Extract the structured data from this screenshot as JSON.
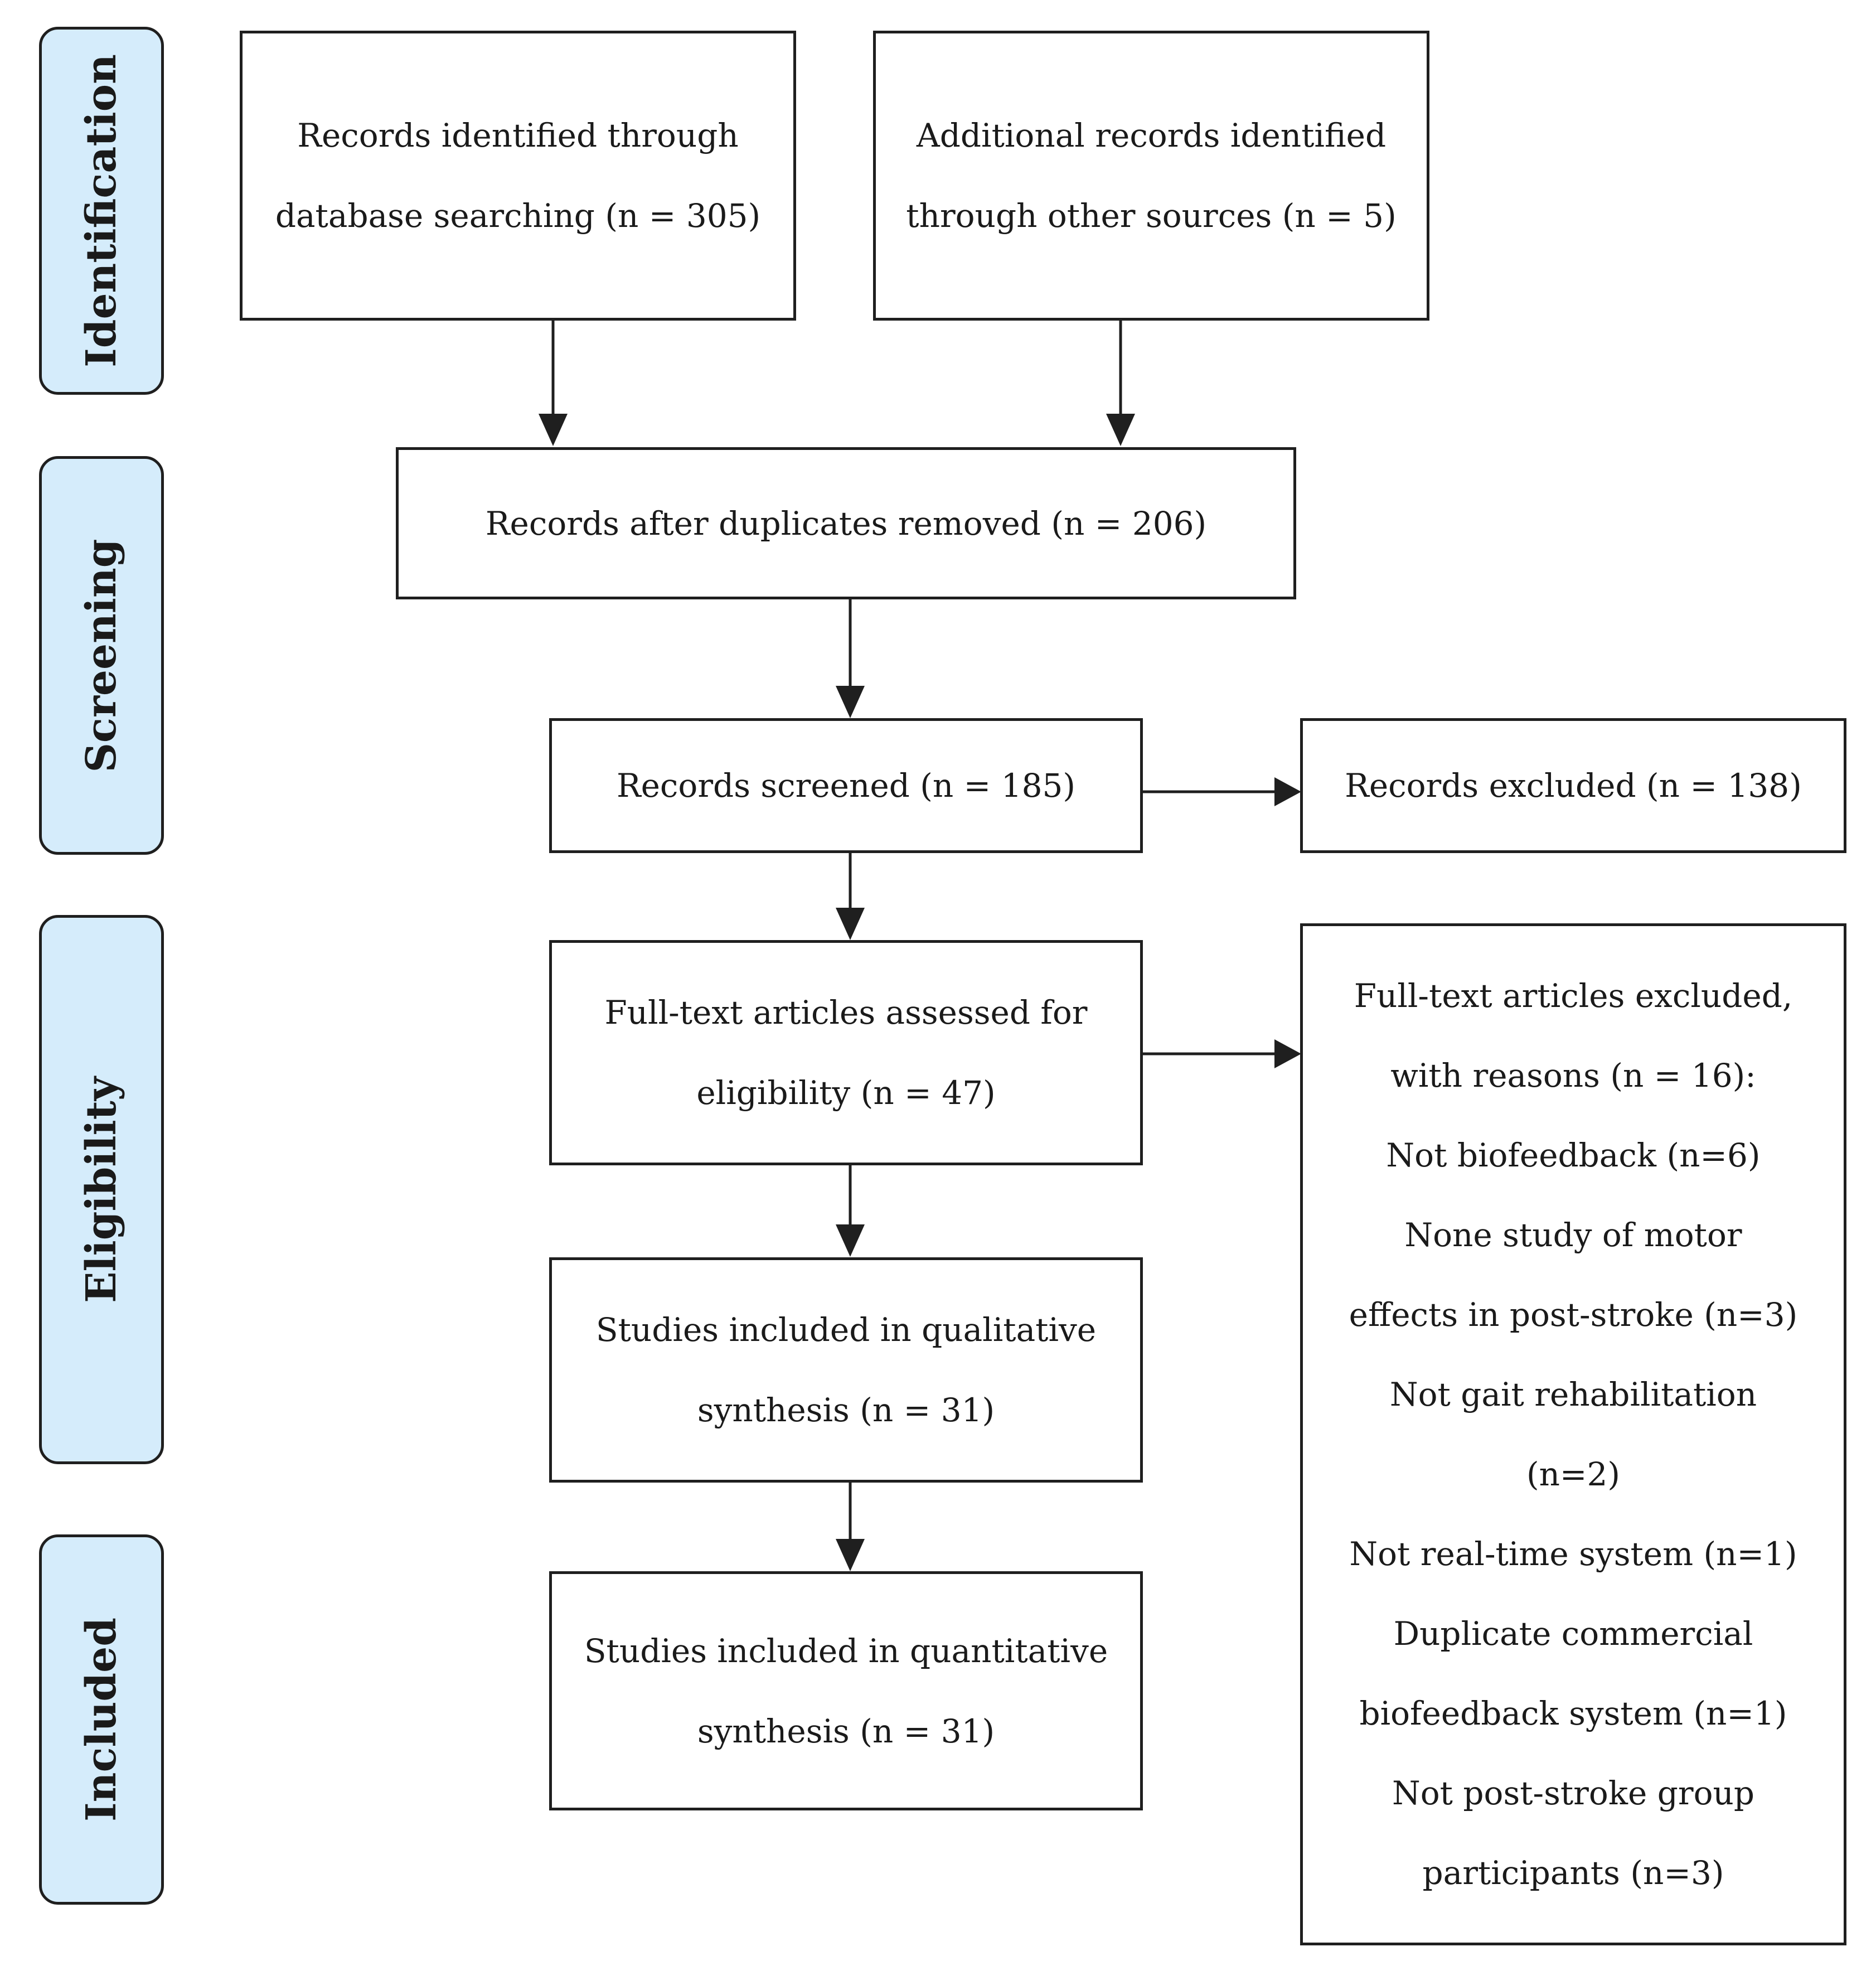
{
  "phases": {
    "identification": "Identification",
    "screening": "Screening",
    "eligibility": "Eligibility",
    "included": "Included"
  },
  "boxes": {
    "database_records": "Records identified through database searching (n = 305)",
    "other_records": "Additional records identified through other sources (n = 5)",
    "after_duplicates": "Records after duplicates removed (n = 206)",
    "screened": "Records screened (n = 185)",
    "excluded": "Records excluded (n = 138)",
    "fulltext_assessed": "Full-text articles assessed for eligibility (n = 47)",
    "qualitative": "Studies included in qualitative synthesis (n = 31)",
    "quantitative": "Studies included in quantitative synthesis (n = 31)"
  },
  "fulltext_excluded": {
    "lines": [
      "Full-text articles excluded,",
      "with reasons (n = 16):",
      "Not biofeedback (n=6)",
      "None study of motor",
      "effects in post-stroke (n=3)",
      "Not gait rehabilitation",
      "(n=2)",
      "Not real-time system (n=1)",
      "Duplicate commercial",
      "biofeedback system (n=1)",
      "Not post-stroke group",
      "participants (n=3)"
    ]
  },
  "colors": {
    "phase_fill": "#d5ecfb",
    "stroke": "#1f1f1f"
  }
}
